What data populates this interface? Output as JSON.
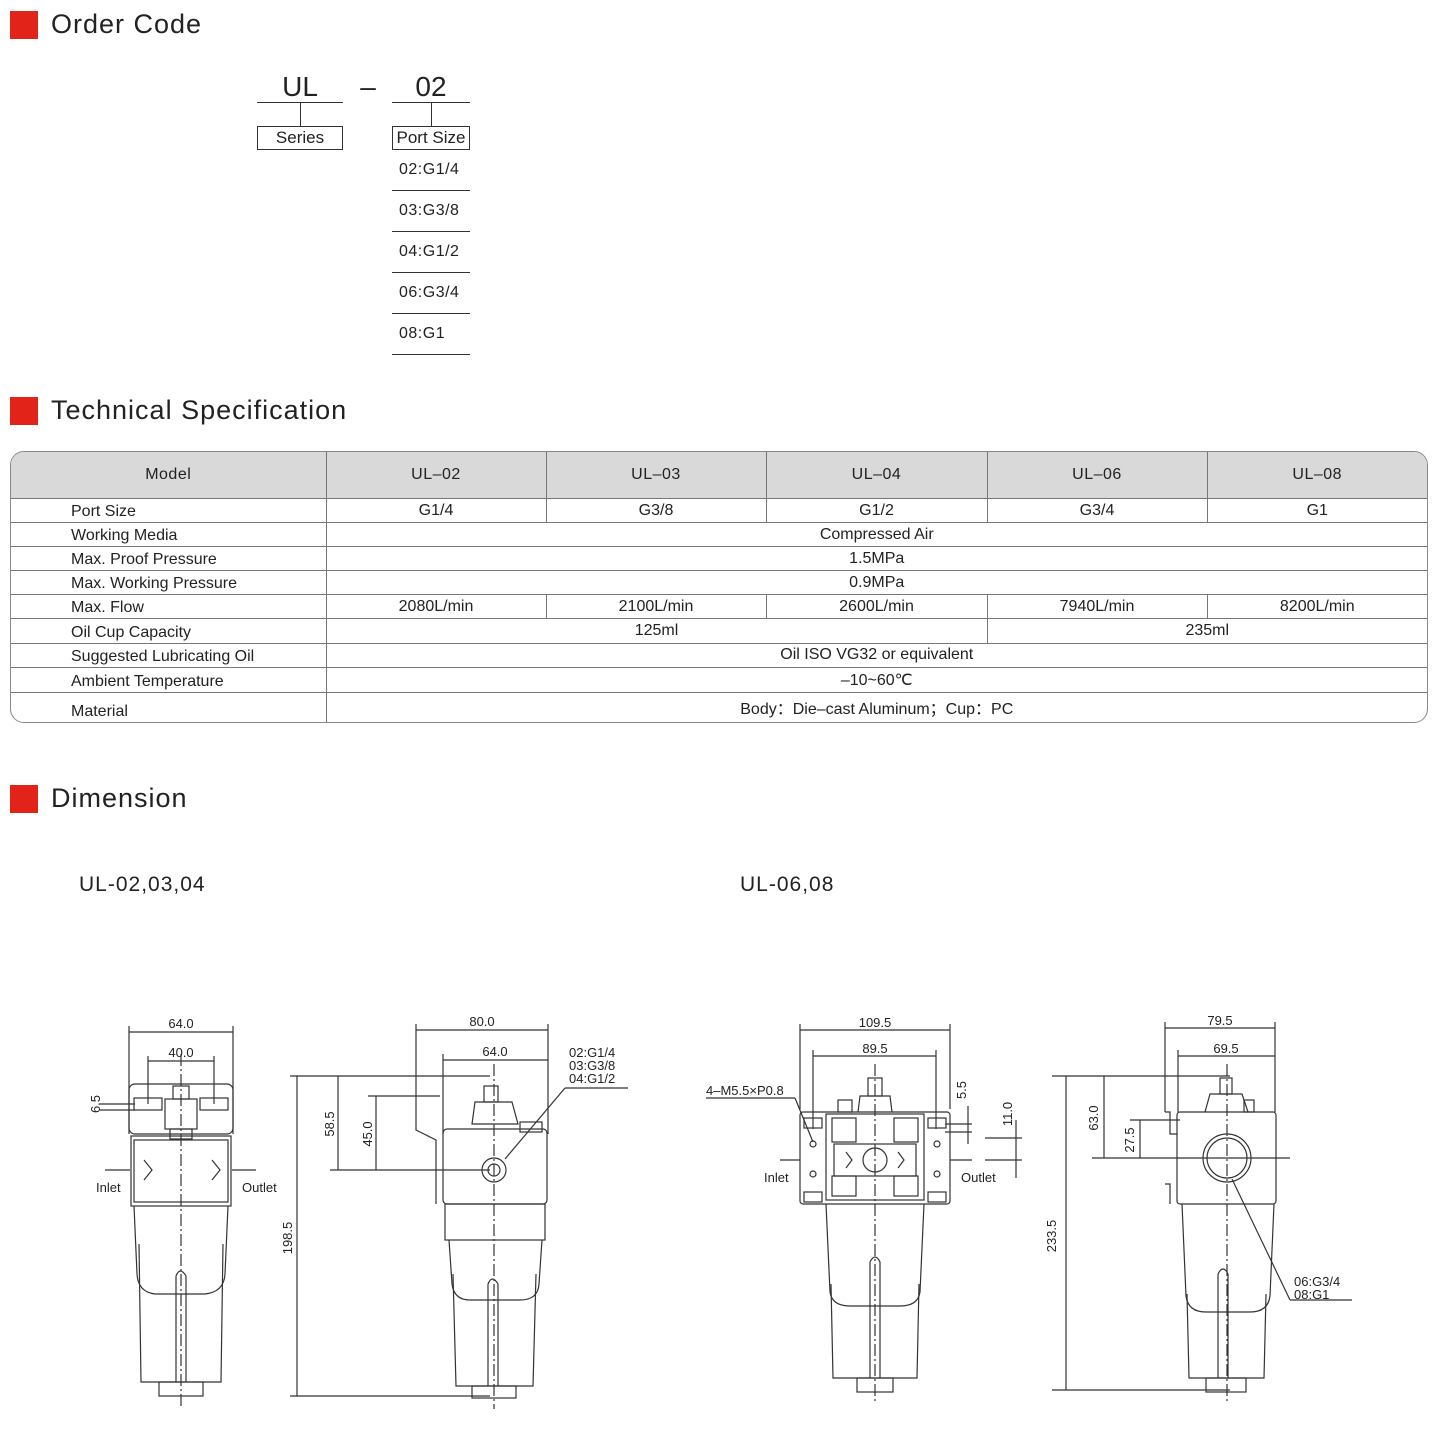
{
  "sections": {
    "order_code": "Order Code",
    "technical_specification": "Technical Specification",
    "dimension": "Dimension"
  },
  "colors": {
    "accent": "#e2231a",
    "header_bg": "#d9d9d9"
  },
  "order_code": {
    "series_code": "UL",
    "dash": "–",
    "port_code": "02",
    "series_label": "Series",
    "port_label": "Port Size",
    "port_options": [
      "02:G1/4",
      "03:G3/8",
      "04:G1/2",
      "06:G3/4",
      "08:G1"
    ]
  },
  "spec": {
    "header": [
      "Model",
      "UL–02",
      "UL–03",
      "UL–04",
      "UL–06",
      "UL–08"
    ],
    "port_size": {
      "label": "Port Size",
      "values": [
        "G1/4",
        "G3/8",
        "G1/2",
        "G3/4",
        "G1"
      ]
    },
    "working_media": {
      "label": "Working Media",
      "value": "Compressed Air"
    },
    "proof_pressure": {
      "label": "Max. Proof Pressure",
      "value": "1.5MPa"
    },
    "working_pressure": {
      "label": "Max. Working Pressure",
      "value": "0.9MPa"
    },
    "max_flow": {
      "label": "Max. Flow",
      "values": [
        "2080L/min",
        "2100L/min",
        "2600L/min",
        "7940L/min",
        "8200L/min"
      ]
    },
    "oil_cup": {
      "label": "Oil Cup Capacity",
      "values": [
        "125ml",
        "235ml"
      ]
    },
    "lubricating_oil": {
      "label": "Suggested Lubricating Oil",
      "value": "Oil ISO VG32 or equivalent"
    },
    "ambient_temp": {
      "label": "Ambient Temperature",
      "value": "–10~60℃"
    },
    "material": {
      "label": "Material",
      "value": "Body：Die–cast Aluminum；Cup：PC"
    }
  },
  "dimension": {
    "small": {
      "title": "UL-02,03,04",
      "front": {
        "width_outer": "64.0",
        "width_inner": "40.0",
        "port_offset": "6.5",
        "inlet": "Inlet",
        "outlet": "Outlet"
      },
      "side": {
        "width_outer": "80.0",
        "width_inner": "64.0",
        "h1": "58.5",
        "h2": "45.0",
        "height": "198.5",
        "ports": [
          "02:G1/4",
          "03:G3/8",
          "04:G1/2"
        ]
      }
    },
    "large": {
      "title": "UL-06,08",
      "front": {
        "width_outer": "109.5",
        "width_inner": "89.5",
        "bolt": "4–M5.5×P0.8",
        "d1": "5.5",
        "d2": "11.0",
        "inlet": "Inlet",
        "outlet": "Outlet"
      },
      "side": {
        "width_outer": "79.5",
        "width_inner": "69.5",
        "h1": "63.0",
        "h2": "27.5",
        "height": "233.5",
        "ports": [
          "06:G3/4",
          "08:G1"
        ]
      }
    }
  }
}
